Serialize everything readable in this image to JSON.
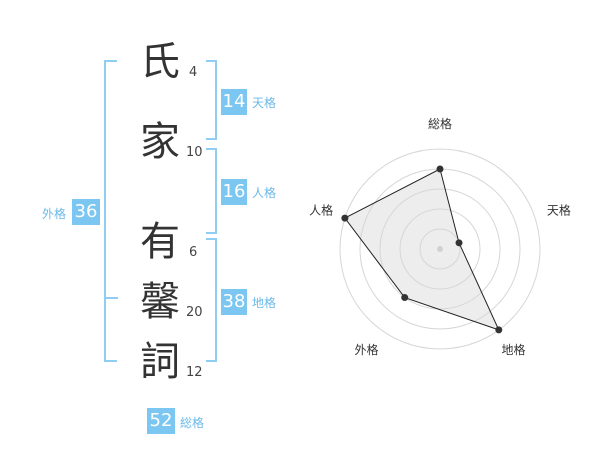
{
  "name": {
    "characters": [
      {
        "char": "氏",
        "strokes": "4"
      },
      {
        "char": "家",
        "strokes": "10"
      },
      {
        "char": "有",
        "strokes": "6"
      },
      {
        "char": "馨",
        "strokes": "20"
      },
      {
        "char": "詞",
        "strokes": "12"
      }
    ]
  },
  "fortune": {
    "tenkaku": {
      "value": "14",
      "label": "天格"
    },
    "jinkaku": {
      "value": "16",
      "label": "人格"
    },
    "chikaku": {
      "value": "38",
      "label": "地格"
    },
    "gaikaku": {
      "value": "36",
      "label": "外格"
    },
    "soukaku": {
      "value": "52",
      "label": "総格"
    }
  },
  "colors": {
    "accent": "#7cc6f2",
    "bracket": "#8fcdf2",
    "label": "#6bb9e8"
  },
  "chart_data": {
    "type": "radar",
    "axes": [
      "総格",
      "天格",
      "地格",
      "外格",
      "人格"
    ],
    "values": [
      4,
      1,
      5,
      3,
      5
    ],
    "range": [
      0,
      5
    ],
    "grid": true
  }
}
